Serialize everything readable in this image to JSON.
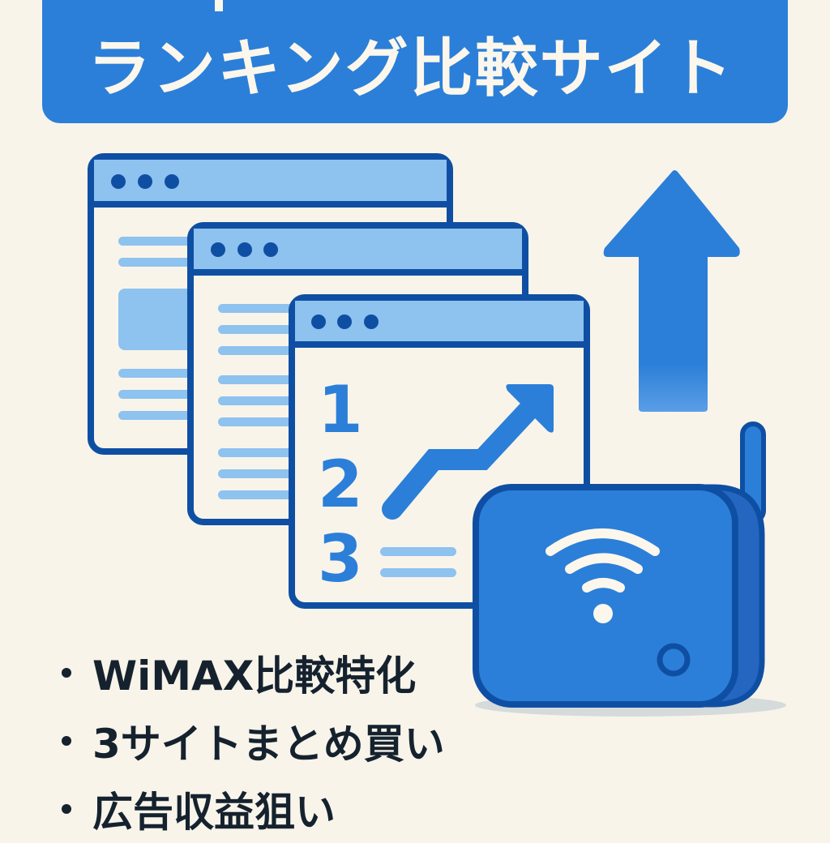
{
  "banner": {
    "title": "ランキング比較サイト",
    "color": "#2b7fd8",
    "text_color": "#fbf7ec"
  },
  "illustration": {
    "browser_windows": [
      {
        "name": "back-window",
        "dots": 3
      },
      {
        "name": "middle-window",
        "dots": 3
      },
      {
        "name": "front-window",
        "dots": 3,
        "ranking": [
          "1",
          "2",
          "3"
        ]
      }
    ],
    "icons": [
      "up-arrow-icon",
      "trend-arrow-icon",
      "wifi-router-icon",
      "wifi-signal-icon"
    ],
    "colors": {
      "outline": "#0f4fa3",
      "fill": "#2b7fd8",
      "light": "#8ec2ef",
      "paper": "#f8f4ea"
    }
  },
  "bullets": [
    {
      "text": "WiMAX比較特化"
    },
    {
      "text": "3サイトまとめ買い"
    },
    {
      "text": "広告収益狙い"
    }
  ]
}
